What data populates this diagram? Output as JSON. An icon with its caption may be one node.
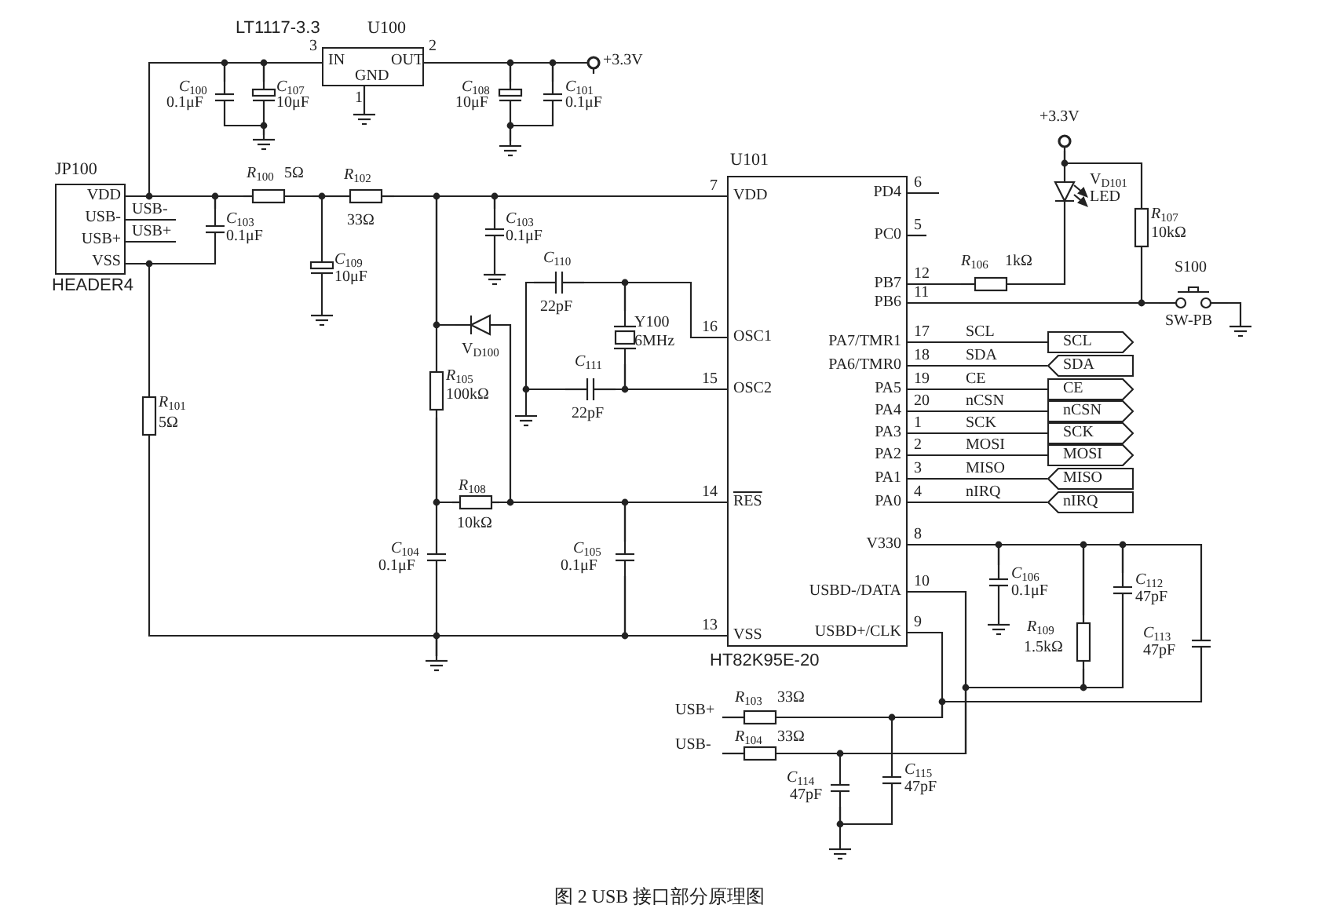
{
  "diagram": {
    "caption": "图 2 USB 接口部分原理图",
    "nodes": [
      {
        "text": [
          "VDD",
          "USB-",
          "USB+",
          "VSS"
        ],
        "beside": [
          "JP100",
          "HEADER4"
        ]
      },
      {
        "text": [
          "IN",
          "GND",
          "OUT"
        ],
        "beside": [
          "LT1117-3.3",
          "U100"
        ]
      },
      {
        "text": [
          "*C*$_{100}$",
          "0.1μF"
        ]
      },
      {
        "text": [
          "*C*$_{107}$",
          "10μF"
        ]
      },
      {
        "text": [
          "*C*$_{108}$",
          "10μF"
        ]
      },
      {
        "text": [
          "*C*$_{101}$",
          "0.1μF"
        ]
      },
      {
        "text": [
          "+3.3V"
        ]
      },
      {
        "text": [
          "*R*$_{100}$",
          "5Ω"
        ]
      },
      {
        "text": [
          "*C*$_{103}$",
          "0.1μF"
        ]
      },
      {
        "text": [
          "*C*$_{109}$",
          "10μF"
        ]
      },
      {
        "text": [
          "*R*$_{102}$",
          "33Ω"
        ]
      },
      {
        "text": [
          "*R*$_{101}$",
          "5Ω"
        ]
      },
      {
        "text": [
          "*C*$_{103}$",
          "0.1μF"
        ]
      },
      {
        "text": [
          "V$_{D100}$"
        ]
      },
      {
        "text": [
          "*R*$_{105}$",
          "100kΩ"
        ]
      },
      {
        "text": [
          "*R*$_{108}$",
          "10kΩ"
        ]
      },
      {
        "text": [
          "*C*$_{104}$",
          "0.1μF"
        ]
      },
      {
        "text": [
          "*C*$_{105}$",
          "0.1μF"
        ]
      },
      {
        "text": [
          "*C*$_{110}$",
          "22pF"
        ]
      },
      {
        "text": [
          "Y100",
          "6MHz"
        ]
      },
      {
        "text": [
          "*C*$_{111}$",
          "22pF"
        ]
      },
      {
        "text": [
          "VDD",
          "OSC1",
          "OSC2",
          "RES",
          "VSS",
          "PD4",
          "PC0",
          "PB7",
          "PB6",
          "PA7/TMR1",
          "PA6/TMR0",
          "PA5",
          "PA4",
          "PA3",
          "PA2",
          "PA1",
          "PA0",
          "V330",
          "USBD-/DATA",
          "USBD+/CLK"
        ],
        "beside": [
          "U101",
          "HT82K95E-20"
        ]
      },
      {
        "text": [
          "*R*$_{106}$",
          "1kΩ"
        ]
      },
      {
        "text": [
          "V$_{D101}$",
          "LED"
        ]
      },
      {
        "text": [
          "+3.3V"
        ]
      },
      {
        "text": [
          "*R*$_{107}$",
          "10kΩ"
        ]
      },
      {
        "text": [
          "S100",
          "SW-PB"
        ]
      },
      {
        "text": [
          "SCL"
        ]
      },
      {
        "text": [
          "SDA"
        ]
      },
      {
        "text": [
          "CE"
        ]
      },
      {
        "text": [
          "nCSN"
        ]
      },
      {
        "text": [
          "SCK"
        ]
      },
      {
        "text": [
          "MOSI"
        ]
      },
      {
        "text": [
          "MISO"
        ]
      },
      {
        "text": [
          "nIRQ"
        ]
      },
      {
        "text": [
          "*C*$_{106}$",
          "0.1μF"
        ]
      },
      {
        "text": [
          "*R*$_{109}$",
          "1.5kΩ"
        ]
      },
      {
        "text": [
          "*C*$_{112}$",
          "47pF"
        ]
      },
      {
        "text": [
          "*C*$_{113}$",
          "47pF"
        ]
      },
      {
        "text": [
          "USB+"
        ]
      },
      {
        "text": [
          "*R*$_{103}$",
          "33Ω"
        ]
      },
      {
        "text": [
          "USB-"
        ]
      },
      {
        "text": [
          "*R*$_{104}$",
          "33Ω"
        ]
      },
      {
        "text": [
          "*C*$_{114}$",
          "47pF"
        ]
      },
      {
        "text": [
          "*C*$_{115}$",
          "47pF"
        ]
      },
      {
        "text": [],
        "shape": "ground"
      },
      {
        "text": [],
        "shape": "ground"
      },
      {
        "text": [],
        "shape": "ground"
      },
      {
        "text": [],
        "shape": "ground"
      },
      {
        "text": [],
        "shape": "ground"
      },
      {
        "text": [],
        "shape": "ground"
      },
      {
        "text": [],
        "shape": "ground"
      },
      {
        "text": [],
        "shape": "ground"
      },
      {
        "text": [],
        "shape": "ground"
      },
      {
        "text": [],
        "shape": "ground"
      }
    ],
    "edges": [
      {
        "from": 0,
        "to": 2,
        "arrow": "none"
      },
      {
        "from": 2,
        "to": 3,
        "arrow": "none"
      },
      {
        "from": 3,
        "to": 1,
        "arrow": "none"
      },
      {
        "from": 2,
        "to": 46,
        "arrow": "none"
      },
      {
        "from": 3,
        "to": 46,
        "arrow": "none"
      },
      {
        "from": 1,
        "to": 45,
        "arrow": "none"
      },
      {
        "from": 1,
        "to": 4,
        "arrow": "none"
      },
      {
        "from": 4,
        "to": 5,
        "arrow": "none"
      },
      {
        "from": 5,
        "to": 6,
        "arrow": "none"
      },
      {
        "from": 4,
        "to": 47,
        "arrow": "none"
      },
      {
        "from": 5,
        "to": 47,
        "arrow": "none"
      },
      {
        "from": 0,
        "to": 8,
        "arrow": "none"
      },
      {
        "from": 8,
        "to": 7,
        "arrow": "none"
      },
      {
        "from": 8,
        "to": 0,
        "arrow": "none"
      },
      {
        "from": 7,
        "to": 9,
        "arrow": "none"
      },
      {
        "from": 7,
        "to": 10,
        "arrow": "none"
      },
      {
        "from": 9,
        "to": 49,
        "arrow": "none"
      },
      {
        "from": 10,
        "to": 12,
        "arrow": "none"
      },
      {
        "from": 12,
        "to": 21,
        "arrow": "none"
      },
      {
        "from": 12,
        "to": 48,
        "arrow": "none"
      },
      {
        "from": 10,
        "to": 13,
        "arrow": "none"
      },
      {
        "from": 10,
        "to": 14,
        "arrow": "none"
      },
      {
        "from": 13,
        "to": 15,
        "arrow": "none"
      },
      {
        "from": 14,
        "to": 15,
        "arrow": "none"
      },
      {
        "from": 14,
        "to": 16,
        "arrow": "none"
      },
      {
        "from": 15,
        "to": 17,
        "arrow": "none"
      },
      {
        "from": 17,
        "to": 21,
        "arrow": "none"
      },
      {
        "from": 16,
        "to": 53,
        "arrow": "none"
      },
      {
        "from": 0,
        "to": 11,
        "arrow": "none"
      },
      {
        "from": 11,
        "to": 53,
        "arrow": "none"
      },
      {
        "from": 53,
        "to": 17,
        "arrow": "none"
      },
      {
        "from": 17,
        "to": 21,
        "arrow": "none"
      },
      {
        "from": 18,
        "to": 20,
        "arrow": "none"
      },
      {
        "from": 20,
        "to": 51,
        "arrow": "none"
      },
      {
        "from": 18,
        "to": 19,
        "arrow": "none"
      },
      {
        "from": 19,
        "to": 21,
        "arrow": "none"
      },
      {
        "from": 20,
        "to": 19,
        "arrow": "none"
      },
      {
        "from": 19,
        "to": 21,
        "arrow": "none"
      },
      {
        "from": 21,
        "to": 22,
        "arrow": "none"
      },
      {
        "from": 22,
        "to": 23,
        "arrow": "none"
      },
      {
        "from": 23,
        "to": 24,
        "arrow": "none"
      },
      {
        "from": 24,
        "to": 25,
        "arrow": "none"
      },
      {
        "from": 25,
        "to": 26,
        "arrow": "none"
      },
      {
        "from": 21,
        "to": 26,
        "arrow": "none"
      },
      {
        "from": 26,
        "to": 50,
        "arrow": "none"
      },
      {
        "from": 21,
        "to": 27,
        "label": "SCL",
        "arrow": "none"
      },
      {
        "from": 21,
        "to": 28,
        "label": "SDA",
        "arrow": "none"
      },
      {
        "from": 21,
        "to": 29,
        "label": "CE",
        "arrow": "none"
      },
      {
        "from": 21,
        "to": 30,
        "label": "nCSN",
        "arrow": "none"
      },
      {
        "from": 21,
        "to": 31,
        "label": "SCK",
        "arrow": "none"
      },
      {
        "from": 21,
        "to": 32,
        "label": "MOSI",
        "arrow": "none"
      },
      {
        "from": 21,
        "to": 33,
        "label": "MISO",
        "arrow": "none"
      },
      {
        "from": 21,
        "to": 34,
        "label": "nIRQ",
        "arrow": "none"
      },
      {
        "from": 21,
        "to": 35,
        "arrow": "none"
      },
      {
        "from": 35,
        "to": 52,
        "arrow": "none"
      },
      {
        "from": 35,
        "to": 36,
        "arrow": "none"
      },
      {
        "from": 36,
        "to": 37,
        "arrow": "none"
      },
      {
        "from": 37,
        "to": 38,
        "arrow": "none"
      },
      {
        "from": 36,
        "to": 37,
        "arrow": "none"
      },
      {
        "from": 21,
        "to": 42,
        "arrow": "none"
      },
      {
        "from": 36,
        "to": 42,
        "arrow": "none"
      },
      {
        "from": 21,
        "to": 40,
        "arrow": "none"
      },
      {
        "from": 38,
        "to": 40,
        "arrow": "none"
      },
      {
        "from": 40,
        "to": 39,
        "arrow": "none"
      },
      {
        "from": 42,
        "to": 41,
        "arrow": "none"
      },
      {
        "from": 40,
        "to": 44,
        "arrow": "none"
      },
      {
        "from": 42,
        "to": 43,
        "arrow": "none"
      },
      {
        "from": 43,
        "to": 44,
        "arrow": "none"
      },
      {
        "from": 43,
        "to": 54,
        "arrow": "none"
      }
    ],
    "labels": [
      "3",
      "2",
      "1",
      "USB-",
      "USB+",
      "7",
      "16",
      "15",
      "14",
      "13",
      "6",
      "5",
      "12",
      "11",
      "17",
      "18",
      "19",
      "20",
      "1",
      "2",
      "3",
      "4",
      "8",
      "10",
      "9"
    ]
  }
}
